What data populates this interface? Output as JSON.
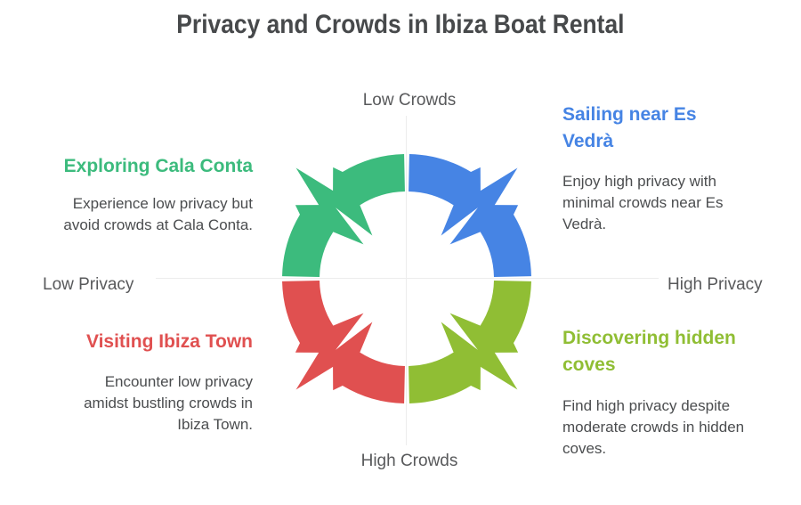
{
  "title": "Privacy and Crowds in Ibiza Boat Rental",
  "axes": {
    "top": "Low Crowds",
    "bottom": "High Crowds",
    "left": "Low Privacy",
    "right": "High Privacy"
  },
  "quadrants": [
    {
      "id": "cala-conta",
      "position": "top-left",
      "heading": [
        "Exploring Cala Conta"
      ],
      "body": [
        "Experience low privacy but",
        "avoid crowds at Cala Conta."
      ],
      "color": "#3CBB7D"
    },
    {
      "id": "es-vedra",
      "position": "top-right",
      "heading": [
        "Sailing near Es",
        "Vedrà"
      ],
      "body": [
        "Enjoy high privacy with",
        "minimal crowds near Es",
        "Vedrà."
      ],
      "color": "#4684E4"
    },
    {
      "id": "ibiza-town",
      "position": "bottom-left",
      "heading": [
        "Visiting Ibiza Town"
      ],
      "body": [
        "Encounter low privacy",
        "amidst bustling crowds in",
        "Ibiza Town."
      ],
      "color": "#E05050"
    },
    {
      "id": "hidden-coves",
      "position": "bottom-right",
      "heading": [
        "Discovering hidden",
        "coves"
      ],
      "body": [
        "Find high privacy despite",
        "moderate crowds in hidden",
        "coves."
      ],
      "color": "#90BE34"
    }
  ],
  "colors": {
    "title": "#47494B",
    "body_text": "#4B4D4F",
    "axis_label": "#58595B",
    "axis_line": "#EDEDED"
  }
}
